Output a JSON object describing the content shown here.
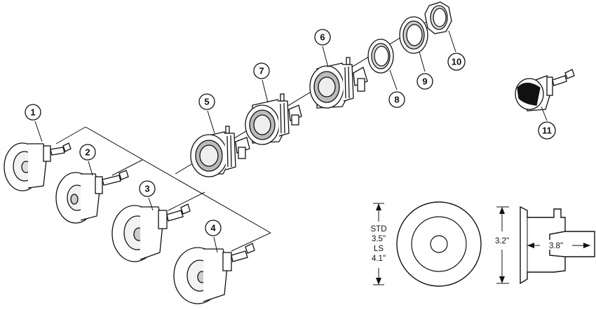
{
  "diagram": {
    "callouts": [
      {
        "id": 1,
        "label": "1"
      },
      {
        "id": 2,
        "label": "2"
      },
      {
        "id": 3,
        "label": "3"
      },
      {
        "id": 4,
        "label": "4"
      },
      {
        "id": 5,
        "label": "5"
      },
      {
        "id": 6,
        "label": "6"
      },
      {
        "id": 7,
        "label": "7"
      },
      {
        "id": 8,
        "label": "8"
      },
      {
        "id": 9,
        "label": "9"
      },
      {
        "id": 10,
        "label": "10"
      },
      {
        "id": 11,
        "label": "11"
      }
    ],
    "front_dimension": {
      "lines": [
        "STD",
        "3.5\"",
        "LS",
        "4.1\""
      ]
    },
    "side_dimension": {
      "height": "3.2\"",
      "depth": "3.8\""
    }
  },
  "colors": {
    "line": "#111111",
    "fill": "#ffffff",
    "shade": "#cfcfcf"
  }
}
